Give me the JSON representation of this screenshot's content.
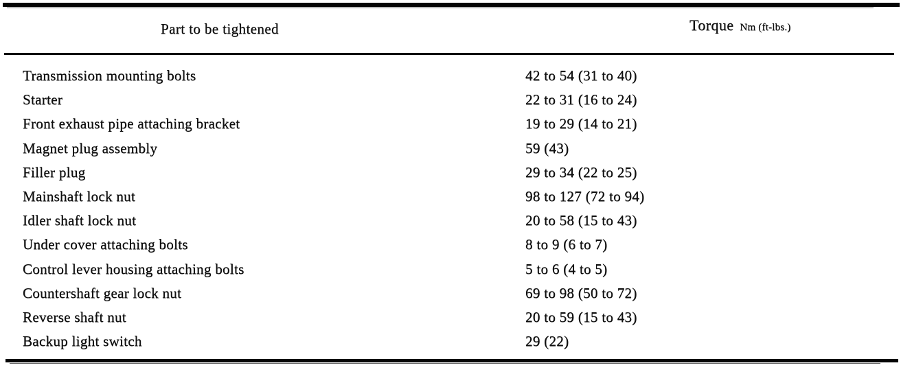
{
  "document": {
    "type": "torque-specification-table",
    "colors": {
      "paper": "#ffffff",
      "ink": "#101010"
    }
  },
  "table": {
    "headers": {
      "part": "Part to be tightened",
      "torque": "Torque",
      "torque_unit": "Nm (ft-lbs.)"
    },
    "rows": [
      {
        "part": "Transmission mounting bolts",
        "torque": "42 to 54 (31 to 40)"
      },
      {
        "part": "Starter",
        "torque": "22 to 31 (16 to 24)"
      },
      {
        "part": "Front exhaust pipe attaching bracket",
        "torque": "19 to 29 (14 to 21)"
      },
      {
        "part": "Magnet plug assembly",
        "torque": "59 (43)"
      },
      {
        "part": "Filler plug",
        "torque": "29 to 34 (22 to 25)"
      },
      {
        "part": "Mainshaft lock nut",
        "torque": "98 to 127 (72 to 94)"
      },
      {
        "part": "Idler shaft lock nut",
        "torque": "20 to 58 (15 to 43)"
      },
      {
        "part": "Under cover attaching bolts",
        "torque": "8 to 9 (6 to 7)"
      },
      {
        "part": "Control lever housing attaching bolts",
        "torque": "5 to 6 (4 to 5)"
      },
      {
        "part": "Countershaft gear lock nut",
        "torque": "69 to 98 (50 to 72)"
      },
      {
        "part": "Reverse shaft nut",
        "torque": "20 to 59 (15 to 43)"
      },
      {
        "part": "Backup light switch",
        "torque": "29 (22)"
      }
    ]
  }
}
